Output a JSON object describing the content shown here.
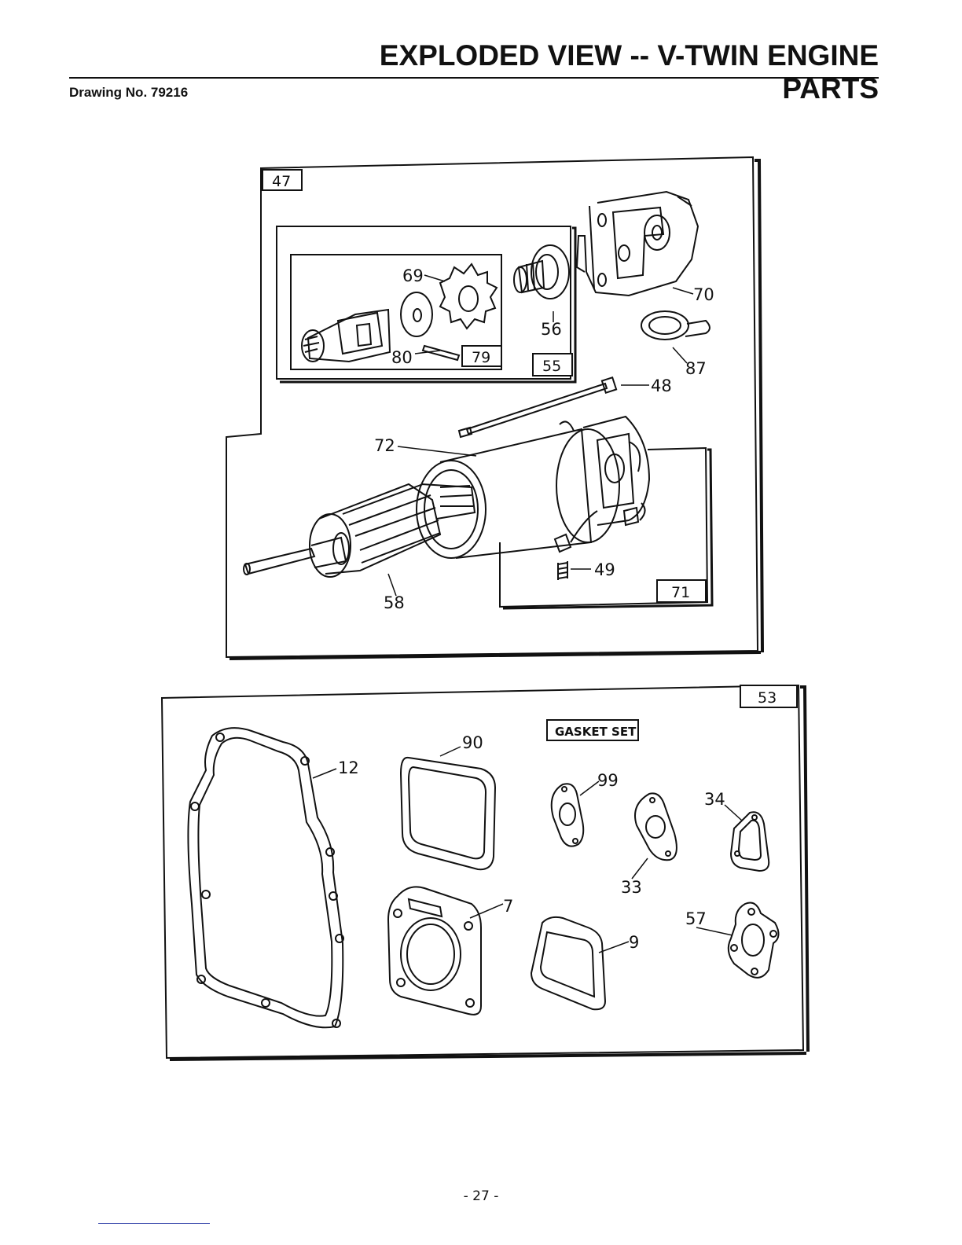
{
  "header": {
    "title": "EXPLODED VIEW -- V-TWIN ENGINE PARTS",
    "drawing_number": "Drawing No. 79216"
  },
  "starter_assembly": {
    "box_labels": {
      "starter": "47",
      "drive_kit": "55",
      "pinion_kit": "79",
      "end_cap_kit": "71"
    },
    "callouts": {
      "p69": "69",
      "p56": "56",
      "p70": "70",
      "p87": "87",
      "p48": "48",
      "p72": "72",
      "p80": "80",
      "p58": "58",
      "p49": "49"
    }
  },
  "gasket_set": {
    "box_label": "53",
    "set_label": "GASKET SET",
    "callouts": {
      "p12": "12",
      "p90": "90",
      "p99": "99",
      "p34": "34",
      "p33": "33",
      "p7": "7",
      "p9": "9",
      "p57": "57"
    }
  },
  "footer": {
    "page_number": "- 27 -"
  }
}
